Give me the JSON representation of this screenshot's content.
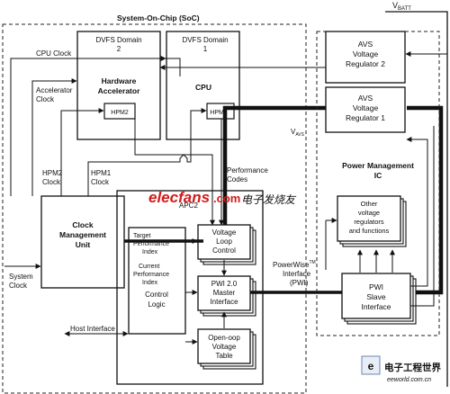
{
  "diagram": {
    "vbatt": "V",
    "vbatt_sub": "BATT",
    "soc_title": "System-On-Chip (SoC)",
    "cpu_clock": "CPU Clock",
    "dvfs2_line1": "DVFS Domain",
    "dvfs2_line2": "2",
    "hw_acc_line1": "Hardware",
    "hw_acc_line2": "Accelerator",
    "hpm2": "HPM2",
    "dvfs1": "DVFS Domain",
    "dvfs1_num": "1",
    "cpu": "CPU",
    "hpm1": "HPM1",
    "accel_clock_line1": "Accelerator",
    "accel_clock_line2": "Clock",
    "hpm2_clock_line1": "HPM2",
    "hpm2_clock_line2": "Clock",
    "hpm1_clock_line1": "HPM1",
    "hpm1_clock_line2": "Clock",
    "perf_codes_line1": "Performance",
    "perf_codes_line2": "Codes",
    "apc2": "APC2",
    "cmu_line1": "Clock",
    "cmu_line2": "Management",
    "cmu_line3": "Unit",
    "system_clock_line1": "System",
    "system_clock_line2": "Clock",
    "target_perf_line1": "Target",
    "target_perf_line2": "Performance",
    "target_perf_line3": "Index",
    "current_perf_line1": "Current",
    "current_perf_line2": "Performance",
    "current_perf_line3": "Index",
    "control_logic_line1": "Control",
    "control_logic_line2": "Logic",
    "vlc_line1": "Voltage",
    "vlc_line2": "Loop",
    "vlc_line3": "Control",
    "pwi_master_line1": "PWI 2.0",
    "pwi_master_line2": "Master",
    "pwi_master_line3": "Interface",
    "olvt_line1": "Open-oop",
    "olvt_line2": "Voltage",
    "olvt_line3": "Table",
    "host_interface": "Host Interface",
    "pwi_label_line1": "PowerWise",
    "pwi_label_tm": "TM",
    "pwi_label_line2": "Interface",
    "pwi_label_line3": "(PWI)",
    "vavs": "V",
    "vavs_sub": "AVS",
    "avs2_line1": "AVS",
    "avs2_line2": "Voltage",
    "avs2_line3": "Regulator 2",
    "avs1_line1": "AVS",
    "avs1_line2": "Voltage",
    "avs1_line3": "Regulator 1",
    "pmic_line1": "Power Management",
    "pmic_line2": "IC",
    "other_reg_line1": "Other",
    "other_reg_line2": "voltage",
    "other_reg_line3": "regulators",
    "other_reg_line4": "and functions",
    "pwi_slave_line1": "PWI",
    "pwi_slave_line2": "Slave",
    "pwi_slave_line3": "Interface"
  },
  "watermarks": {
    "elecfans": "elecfans",
    "dotcom": ".com",
    "cn_text": "电子发烧友",
    "bottom_cn": "电子工程世界",
    "bottom_url": "eeworld.com.cn"
  }
}
